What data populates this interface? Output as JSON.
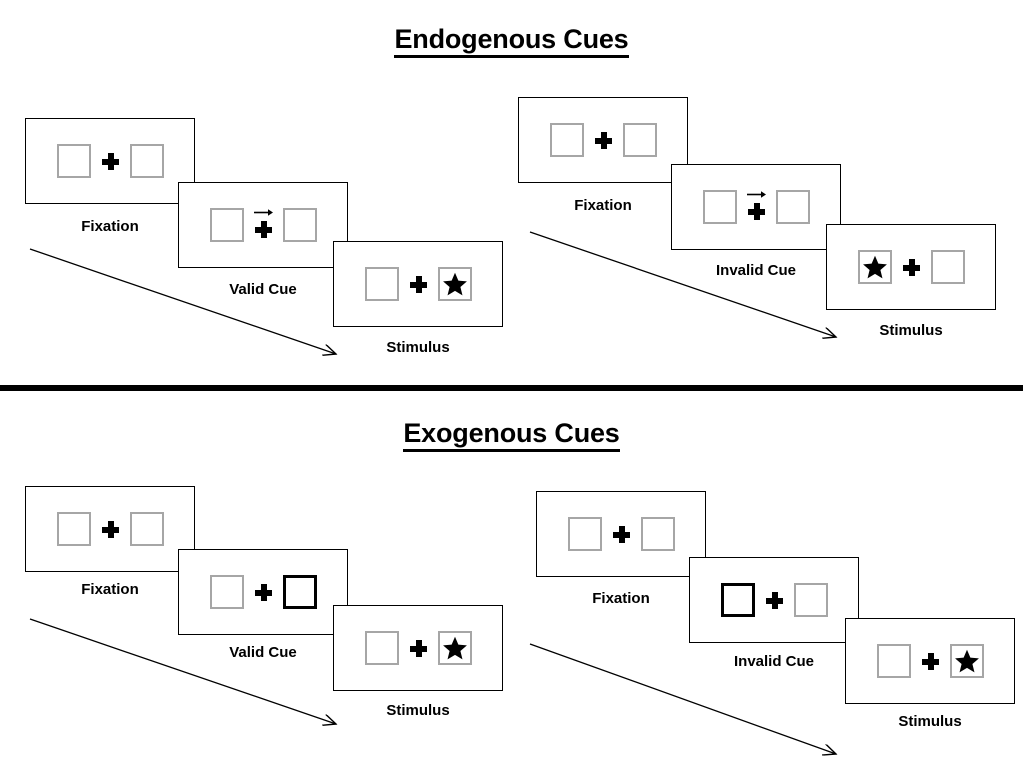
{
  "sections": [
    {
      "id": "endogenous",
      "title": "Endogenous Cues",
      "sequences": [
        {
          "id": "endogenous-valid",
          "cue_type": "valid",
          "stages": [
            {
              "caption": "Fixation",
              "cue": "none",
              "arrow": false,
              "star": "none"
            },
            {
              "caption": "Valid Cue",
              "cue": "none",
              "arrow": true,
              "arrow_direction": "right",
              "star": "none"
            },
            {
              "caption": "Stimulus",
              "cue": "none",
              "arrow": false,
              "star": "right"
            }
          ]
        },
        {
          "id": "endogenous-invalid",
          "cue_type": "invalid",
          "stages": [
            {
              "caption": "Fixation",
              "cue": "none",
              "arrow": false,
              "star": "none"
            },
            {
              "caption": "Invalid Cue",
              "cue": "none",
              "arrow": true,
              "arrow_direction": "right",
              "star": "none"
            },
            {
              "caption": "Stimulus",
              "cue": "none",
              "arrow": false,
              "star": "left"
            }
          ]
        }
      ]
    },
    {
      "id": "exogenous",
      "title": "Exogenous Cues",
      "sequences": [
        {
          "id": "exogenous-valid",
          "cue_type": "valid",
          "stages": [
            {
              "caption": "Fixation",
              "cue": "none",
              "arrow": false,
              "star": "none"
            },
            {
              "caption": "Valid Cue",
              "cue": "right",
              "arrow": false,
              "star": "none"
            },
            {
              "caption": "Stimulus",
              "cue": "none",
              "arrow": false,
              "star": "right"
            }
          ]
        },
        {
          "id": "exogenous-invalid",
          "cue_type": "invalid",
          "stages": [
            {
              "caption": "Fixation",
              "cue": "none",
              "arrow": false,
              "star": "none"
            },
            {
              "caption": "Invalid Cue",
              "cue": "left",
              "arrow": false,
              "star": "none"
            },
            {
              "caption": "Stimulus",
              "cue": "none",
              "arrow": false,
              "star": "right"
            }
          ]
        }
      ]
    }
  ],
  "colors": {
    "background": "#ffffff",
    "frame_border": "#000000",
    "placeholder_border": "#a6a6a6",
    "cued_border": "#000000",
    "ink": "#000000",
    "divider": "#000000"
  },
  "icons": {
    "fixation_cross": "plus-icon",
    "cue_arrow": "arrow-right-icon",
    "target": "star-icon",
    "timeline": "timeline-arrow-icon"
  }
}
